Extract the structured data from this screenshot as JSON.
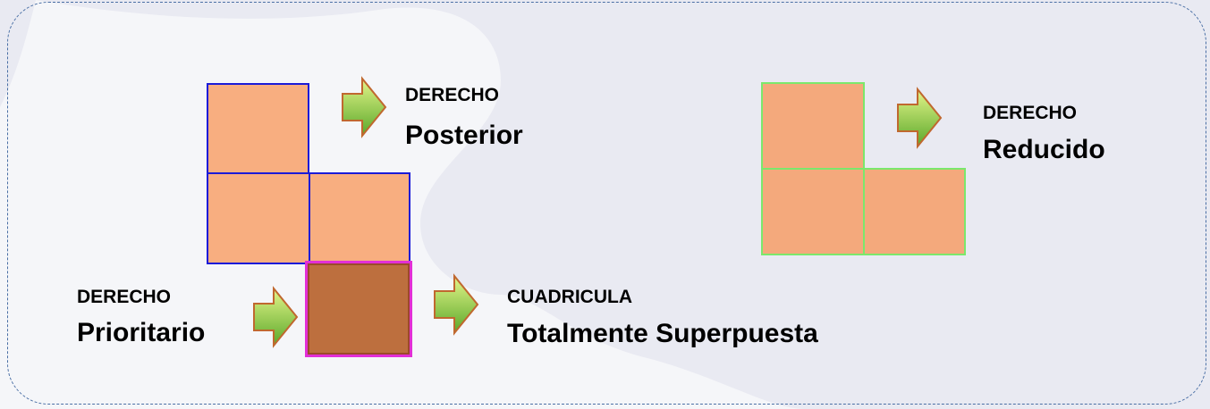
{
  "labels": {
    "posterior": {
      "top": "DERECHO",
      "bottom": "Posterior"
    },
    "reducido": {
      "top": "DERECHO",
      "bottom": "Reducido"
    },
    "prioritario": {
      "top": "DERECHO",
      "bottom": "Prioritario"
    },
    "superpuesta": {
      "top": "CUADRICULA",
      "bottom": "Totalmente Superpuesta"
    }
  },
  "colors": {
    "cell_fill": "#f8ae80",
    "cell_border_blue": "#1b1bd8",
    "cell_border_green": "#7be86c",
    "overlap_fill": "#bd6f3e",
    "overlap_border": "#e22fd6",
    "arrow_green": "#7cc43a"
  }
}
